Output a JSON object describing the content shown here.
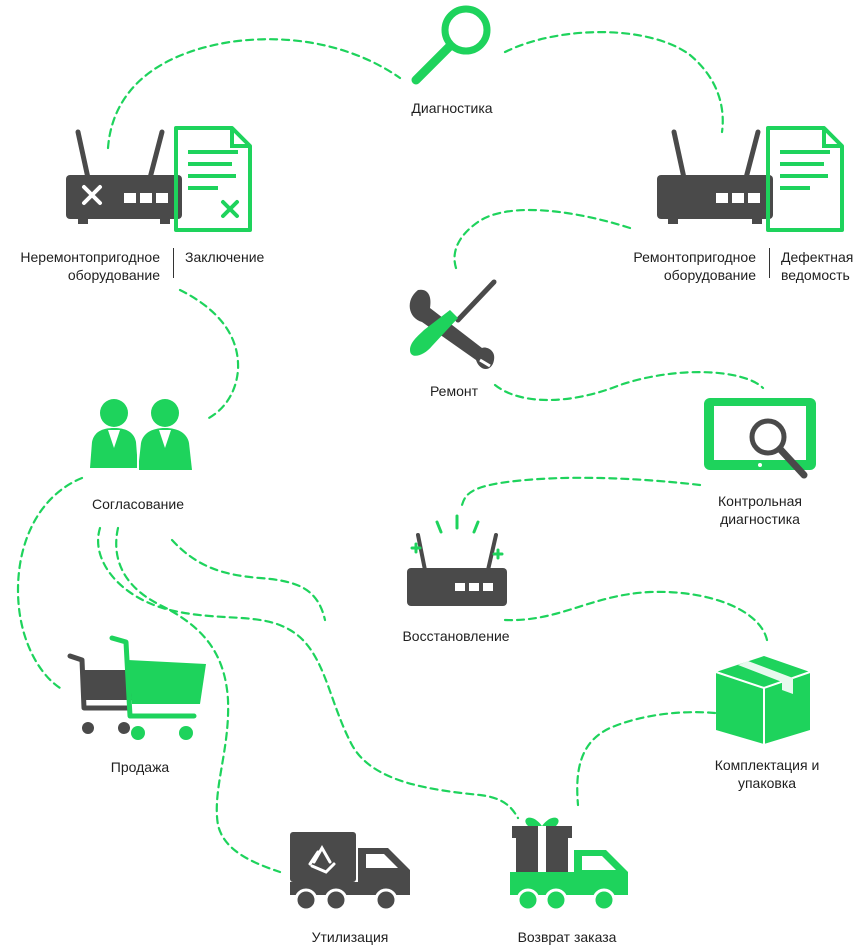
{
  "colors": {
    "accent": "#1ed35c",
    "icon_dark": "#4a4a4a",
    "path": "#1ed35c"
  },
  "nodes": {
    "diagnostics": {
      "label": "Диагностика",
      "icon": "magnifier-icon"
    },
    "unrepairable": {
      "label_line1": "Неремонтопригодное",
      "label_line2": "оборудование",
      "icon": "broken-router-icon"
    },
    "conclusion": {
      "label": "Заключение",
      "icon": "document-x-icon"
    },
    "repairable": {
      "label_line1": "Ремонтопригодное",
      "label_line2": "оборудование",
      "icon": "router-icon"
    },
    "defect_list": {
      "label_line1": "Дефектная",
      "label_line2": "ведомость",
      "icon": "document-icon"
    },
    "repair": {
      "label": "Ремонт",
      "icon": "wrench-screwdriver-icon"
    },
    "approval": {
      "label": "Согласование",
      "icon": "people-icon"
    },
    "control_diag": {
      "label_line1": "Контрольная",
      "label_line2": "диагностика",
      "icon": "tablet-magnifier-icon"
    },
    "restoration": {
      "label": "Восстановление",
      "icon": "router-sparkle-icon"
    },
    "packing": {
      "label_line1": "Комплектация и",
      "label_line2": "упаковка",
      "icon": "box-icon"
    },
    "sale": {
      "label": "Продажа",
      "icon": "shopping-cart-icon"
    },
    "recycling": {
      "label": "Утилизация",
      "icon": "recycle-truck-icon"
    },
    "return_order": {
      "label": "Возврат заказа",
      "icon": "gift-truck-icon"
    }
  }
}
